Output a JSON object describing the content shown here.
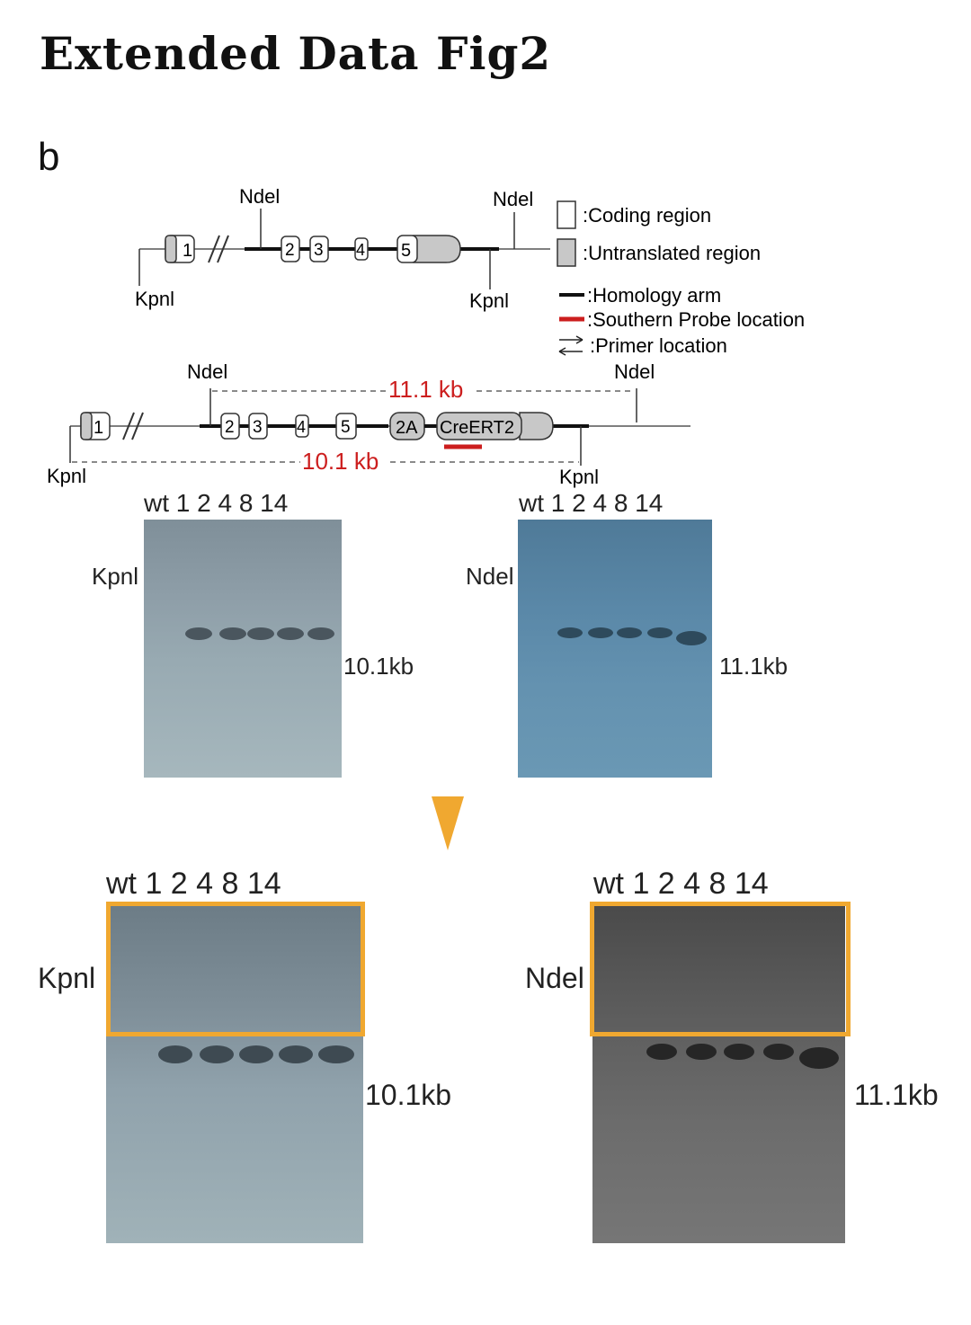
{
  "figure": {
    "title": "Extended Data Fig2",
    "panel_label": "b"
  },
  "diagram": {
    "ndel": "Ndel",
    "kpnl": "Kpnl",
    "exons": [
      "1",
      "2",
      "3",
      "4",
      "5"
    ],
    "cassette": [
      "2A",
      "CreERT2"
    ],
    "size_ndel": "11.1 kb",
    "size_kpnl": "10.1 kb",
    "accent_color": "#cc1e1e",
    "utr_color": "#c8c8c8"
  },
  "legend": {
    "coding": ":Coding region",
    "utr": ":Untranslated region",
    "homology": ":Homology arm",
    "probe": ":Southern Probe location",
    "primer": ":Primer location"
  },
  "blots": {
    "lanes": "wt 1   2   4  8  14",
    "lanes_right": "wt 1   2  4  8 14",
    "left_enzyme": "Kpnl",
    "left_size": "10.1kb",
    "right_enzyme": "Ndel",
    "right_size": "11.1kb"
  },
  "highlight": {
    "arrow_color": "#f0a830"
  }
}
